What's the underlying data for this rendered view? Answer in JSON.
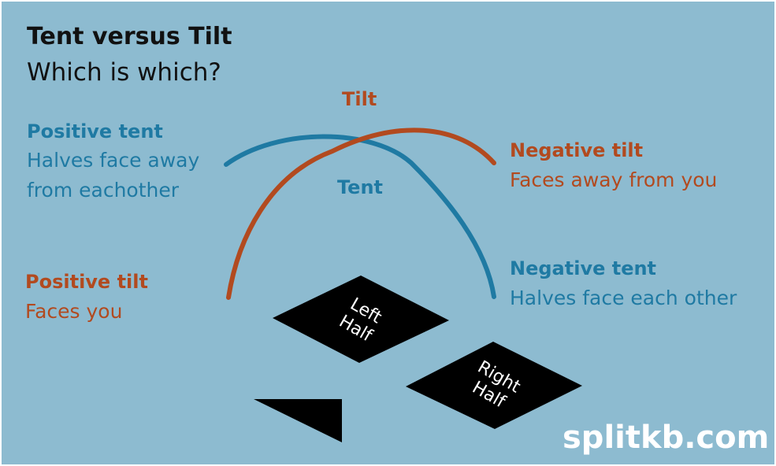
{
  "header": {
    "title": "Tent versus Tilt",
    "subtitle": "Which is which?"
  },
  "labels": {
    "tilt_arc": "Tilt",
    "tent_arc": "Tent",
    "positive_tent": {
      "heading": "Positive tent",
      "line1": "Halves face away",
      "line2": "from eachother"
    },
    "negative_tilt": {
      "heading": "Negative tilt",
      "line1": "Faces away from you"
    },
    "negative_tent": {
      "heading": "Negative tent",
      "line1": "Halves face each other"
    },
    "positive_tilt": {
      "heading": "Positive tilt",
      "line1": "Faces you"
    }
  },
  "keyboard": {
    "left_half": {
      "line1": "Left",
      "line2": "Half"
    },
    "right_half": {
      "line1": "Right",
      "line2": "Half"
    }
  },
  "brand": "splitkb.com",
  "colors": {
    "background": "#8dbbd0",
    "tent": "#1f7aa3",
    "tilt": "#b24a1f",
    "key": "#000000"
  }
}
